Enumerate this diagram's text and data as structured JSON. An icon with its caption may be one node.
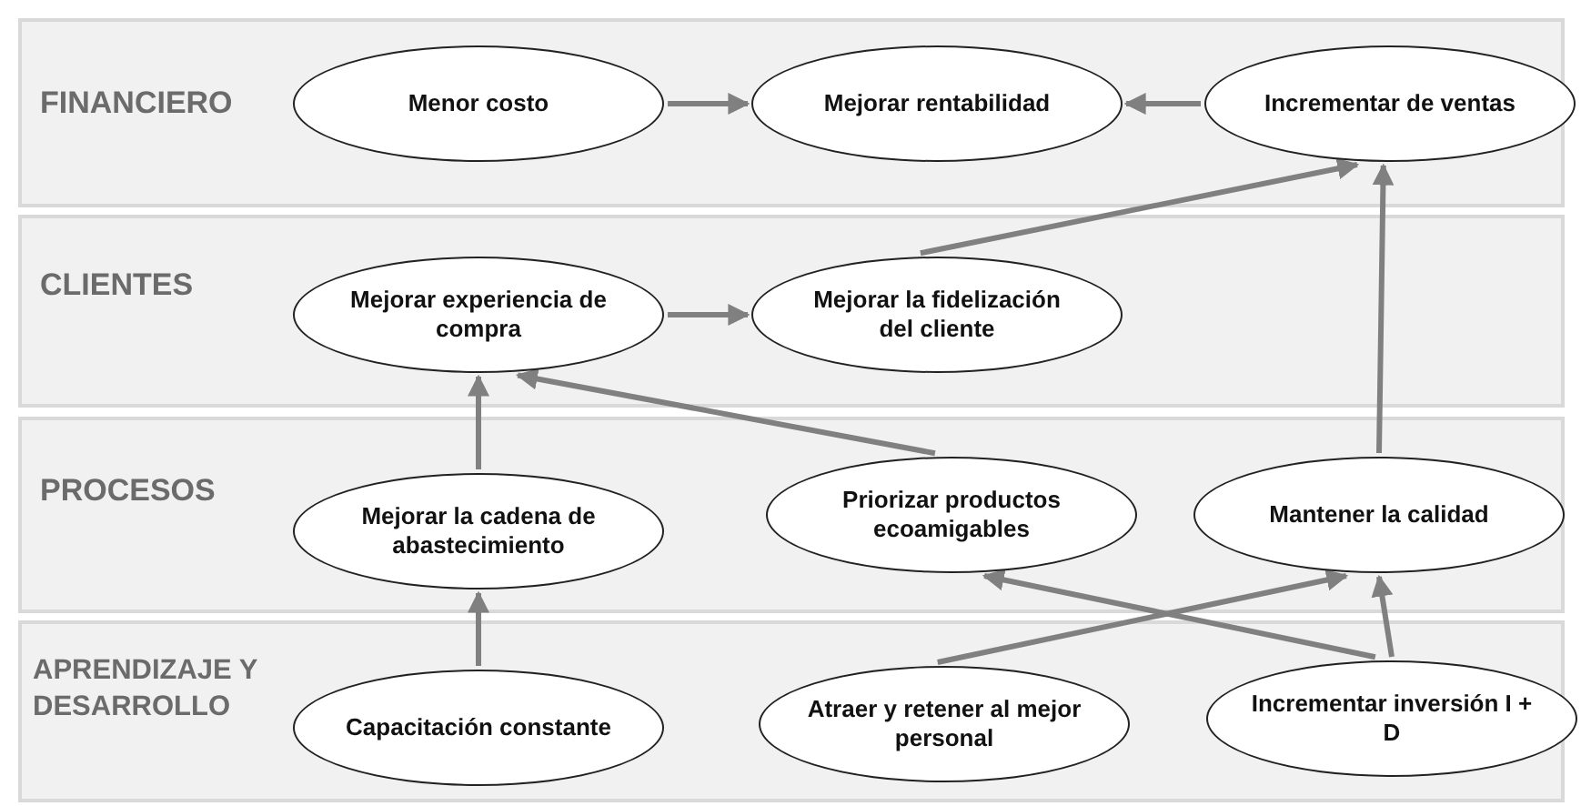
{
  "diagram": {
    "nodes": [
      {
        "text": [
          "FINANCIERO"
        ]
      },
      {
        "text": [
          "Menor costo"
        ],
        "in": 0
      },
      {
        "text": [
          "Mejorar rentabilidad"
        ],
        "in": 0
      },
      {
        "text": [
          "Incrementar de ventas"
        ],
        "in": 0
      },
      {
        "text": [
          "CLIENTES"
        ]
      },
      {
        "text": [
          "Mejorar experiencia de compra"
        ],
        "in": 4
      },
      {
        "text": [
          "Mejorar la fidelización del cliente"
        ],
        "in": 4
      },
      {
        "text": [
          "PROCESOS"
        ]
      },
      {
        "text": [
          "Mejorar la cadena de abastecimiento"
        ],
        "in": 7
      },
      {
        "text": [
          "Priorizar productos ecoamigables"
        ],
        "in": 7
      },
      {
        "text": [
          "Mantener la calidad"
        ],
        "in": 7
      },
      {
        "text": [
          "APRENDIZAJE Y DESARROLLO"
        ]
      },
      {
        "text": [
          "Capacitación constante"
        ],
        "in": 11
      },
      {
        "text": [
          "Atraer y retener al mejor personal"
        ],
        "in": 11
      },
      {
        "text": [
          "Incrementar inversión I + D"
        ],
        "in": 11
      }
    ],
    "edges": [
      {
        "from": 1,
        "to": 2,
        "arrow": "to"
      },
      {
        "from": 3,
        "to": 2,
        "arrow": "to"
      },
      {
        "from": 6,
        "to": 3,
        "arrow": "to"
      },
      {
        "from": 10,
        "to": 3,
        "arrow": "to"
      },
      {
        "from": 5,
        "to": 6,
        "arrow": "to"
      },
      {
        "from": 8,
        "to": 5,
        "arrow": "to"
      },
      {
        "from": 9,
        "to": 5,
        "arrow": "to"
      },
      {
        "from": 12,
        "to": 8,
        "arrow": "to"
      },
      {
        "from": 13,
        "to": 10,
        "arrow": "to"
      },
      {
        "from": 14,
        "to": 9,
        "arrow": "to"
      },
      {
        "from": 14,
        "to": 10,
        "arrow": "to"
      }
    ]
  }
}
